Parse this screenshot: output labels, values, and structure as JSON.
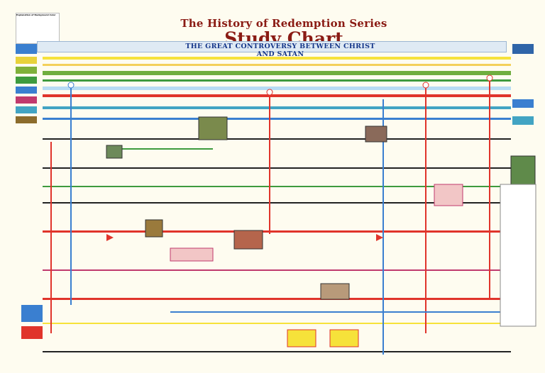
{
  "title": "The History of Redemption Series",
  "subtitle": "Study Chart",
  "banner": "THE GREAT CONTROVERSY BETWEEN CHRIST AND SATAN",
  "legend": {
    "heading": "Explanation of Background Color"
  },
  "colors": {
    "background": "#fefcf0",
    "title": "#8a1b14",
    "banner": "#15378a",
    "timeline_red": "#e0342b",
    "timeline_blue": "#3a7fd0",
    "timeline_green": "#3e9b3e",
    "highlight_yellow": "#f6e23a",
    "note_pink": "#f2c6c6"
  },
  "icons": [
    "legend-swatch-icon",
    "right-arrow-icon",
    "picture-thumbnail-icon",
    "circle-node-icon"
  ]
}
